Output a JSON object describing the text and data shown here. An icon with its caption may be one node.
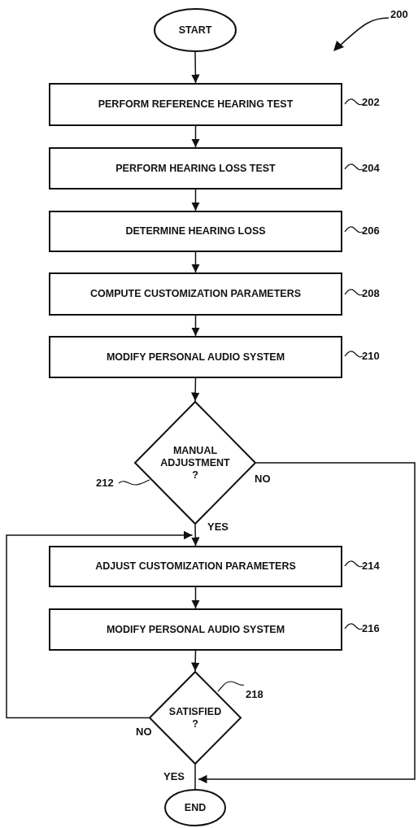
{
  "diagram": {
    "nodes": [
      {
        "text": [
          "START"
        ]
      },
      {
        "text": [
          "PERFORM REFERENCE HEARING TEST"
        ],
        "beside": [
          "202"
        ]
      },
      {
        "text": [
          "PERFORM HEARING LOSS TEST"
        ],
        "beside": [
          "204"
        ]
      },
      {
        "text": [
          "DETERMINE HEARING LOSS"
        ],
        "beside": [
          "206"
        ]
      },
      {
        "text": [
          "COMPUTE CUSTOMIZATION PARAMETERS"
        ],
        "beside": [
          "208"
        ]
      },
      {
        "text": [
          "MODIFY PERSONAL AUDIO SYSTEM"
        ],
        "beside": [
          "210"
        ]
      },
      {
        "text": [
          "MANUAL ADJUSTMENT ?"
        ],
        "beside": [
          "212"
        ]
      },
      {
        "text": [
          "ADJUST CUSTOMIZATION PARAMETERS"
        ],
        "beside": [
          "214"
        ]
      },
      {
        "text": [
          "MODIFY PERSONAL AUDIO SYSTEM"
        ],
        "beside": [
          "216"
        ]
      },
      {
        "text": [
          "SATISFIED ?"
        ],
        "beside": [
          "218"
        ]
      },
      {
        "text": [
          "END"
        ]
      }
    ],
    "edges": [
      {
        "from": 0,
        "to": 1,
        "arrow": "to"
      },
      {
        "from": 1,
        "to": 2,
        "arrow": "to"
      },
      {
        "from": 2,
        "to": 3,
        "arrow": "to"
      },
      {
        "from": 3,
        "to": 4,
        "arrow": "to"
      },
      {
        "from": 4,
        "to": 5,
        "arrow": "to"
      },
      {
        "from": 5,
        "to": 6,
        "arrow": "to"
      },
      {
        "from": 6,
        "to": 7,
        "label": "YES",
        "arrow": "to"
      },
      {
        "from": 6,
        "to": 10,
        "label": "NO",
        "arrow": "to"
      },
      {
        "from": 7,
        "to": 8,
        "arrow": "to"
      },
      {
        "from": 8,
        "to": 9,
        "arrow": "to"
      },
      {
        "from": 9,
        "to": 7,
        "label": "NO",
        "arrow": "to"
      },
      {
        "from": 9,
        "to": 10,
        "label": "YES",
        "arrow": "none"
      }
    ],
    "labels": [
      "200"
    ]
  }
}
